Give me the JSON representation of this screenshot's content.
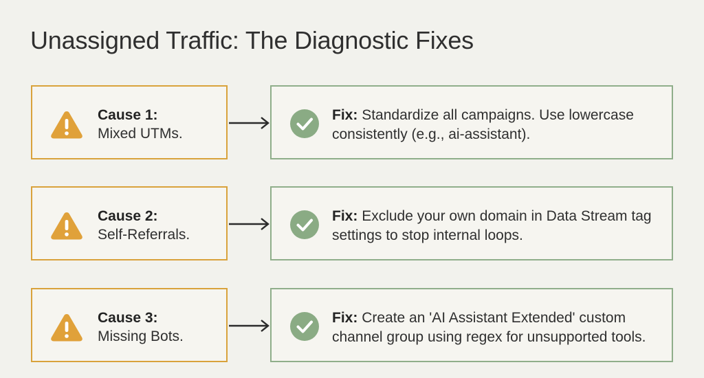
{
  "title": "Unassigned Traffic: The Diagnostic Fixes",
  "colors": {
    "warning": "#e0a13a",
    "cause_border": "#d9a23b",
    "fix_border": "#8fae8a",
    "check": "#8aab84"
  },
  "rows": [
    {
      "cause_label": "Cause 1:",
      "cause_desc": "Mixed UTMs.",
      "fix_label": "Fix:",
      "fix_text": "Standardize all campaigns. Use lowercase consistently (e.g., ai-assistant)."
    },
    {
      "cause_label": "Cause 2:",
      "cause_desc": "Self-Referrals.",
      "fix_label": "Fix:",
      "fix_text": "Exclude your own domain in Data Stream tag settings to stop internal loops."
    },
    {
      "cause_label": "Cause 3:",
      "cause_desc": "Missing Bots.",
      "fix_label": "Fix:",
      "fix_text": "Create an 'AI Assistant Extended' custom channel group using regex for unsupported tools."
    }
  ]
}
